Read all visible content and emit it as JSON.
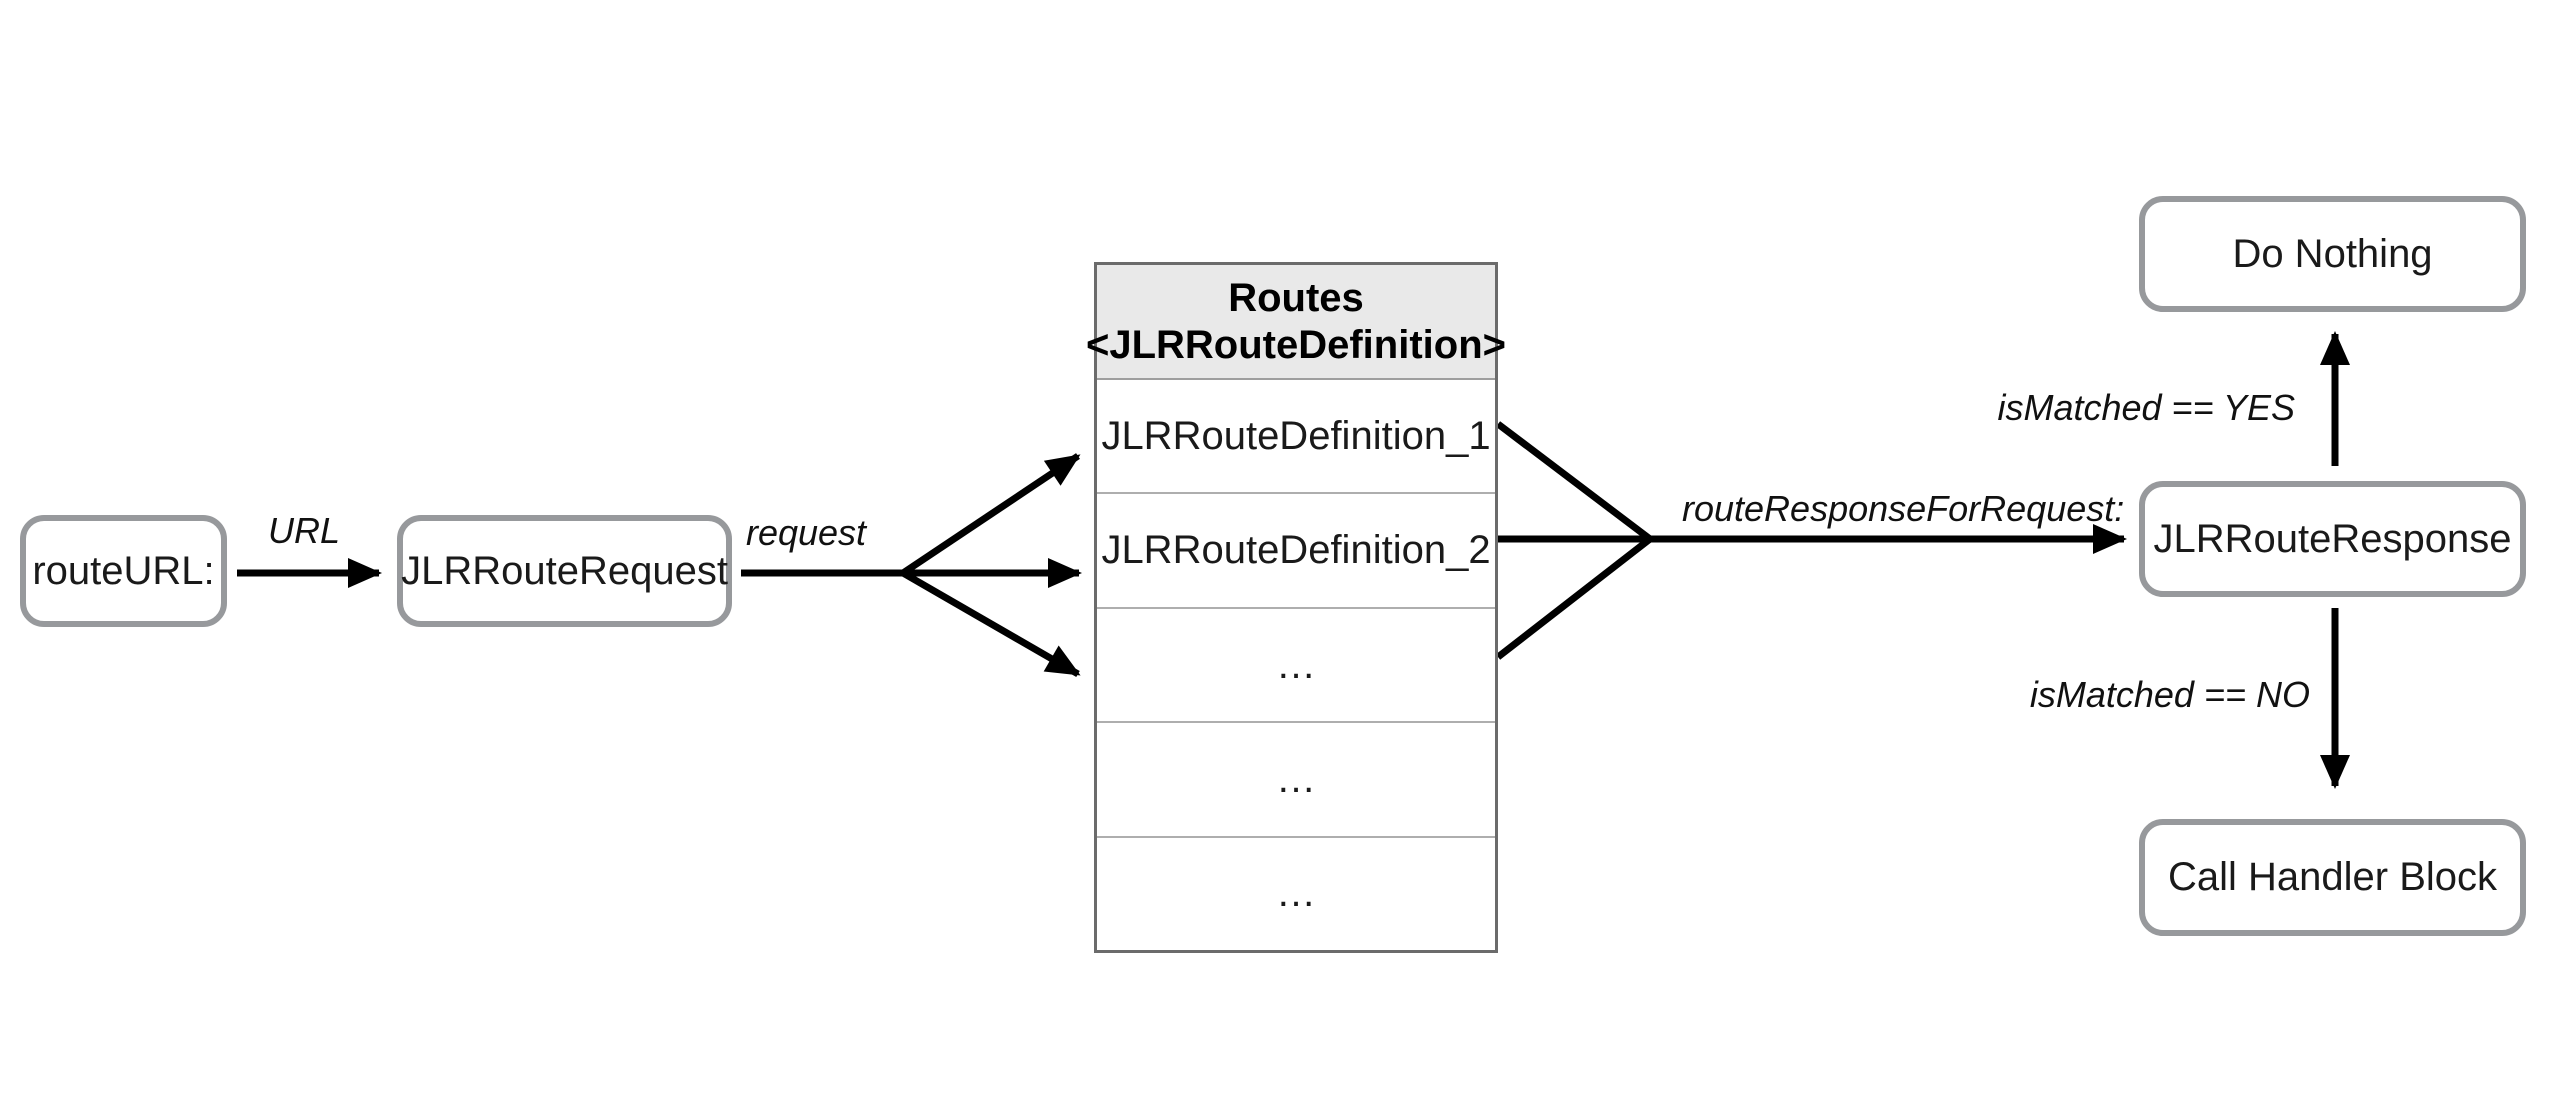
{
  "diagram": {
    "colors": {
      "node_border": "#97999c",
      "node_text": "#1a1a1a",
      "table_border": "#6b6b6b",
      "table_divider": "#aeaeae",
      "table_header_bg": "#e9e9e9",
      "arrow": "#000000",
      "background": "#ffffff"
    },
    "nodes": {
      "route_url": {
        "label": "routeURL:"
      },
      "jlr_route_request": {
        "label": "JLRRouteRequest"
      },
      "jlr_route_response": {
        "label": "JLRRouteResponse"
      },
      "do_nothing": {
        "label": "Do Nothing"
      },
      "call_handler_block": {
        "label": "Call Handler Block"
      }
    },
    "edge_labels": {
      "url": "URL",
      "request": "request",
      "route_response_for_request": "routeResponseForRequest:",
      "is_matched_yes": "isMatched == YES",
      "is_matched_no": "isMatched == NO"
    },
    "routes_table": {
      "title_line1": "Routes",
      "title_line2": "<JLRRouteDefinition>",
      "rows": [
        "JLRRouteDefinition_1",
        "JLRRouteDefinition_2",
        "…",
        "…",
        "…"
      ]
    }
  }
}
